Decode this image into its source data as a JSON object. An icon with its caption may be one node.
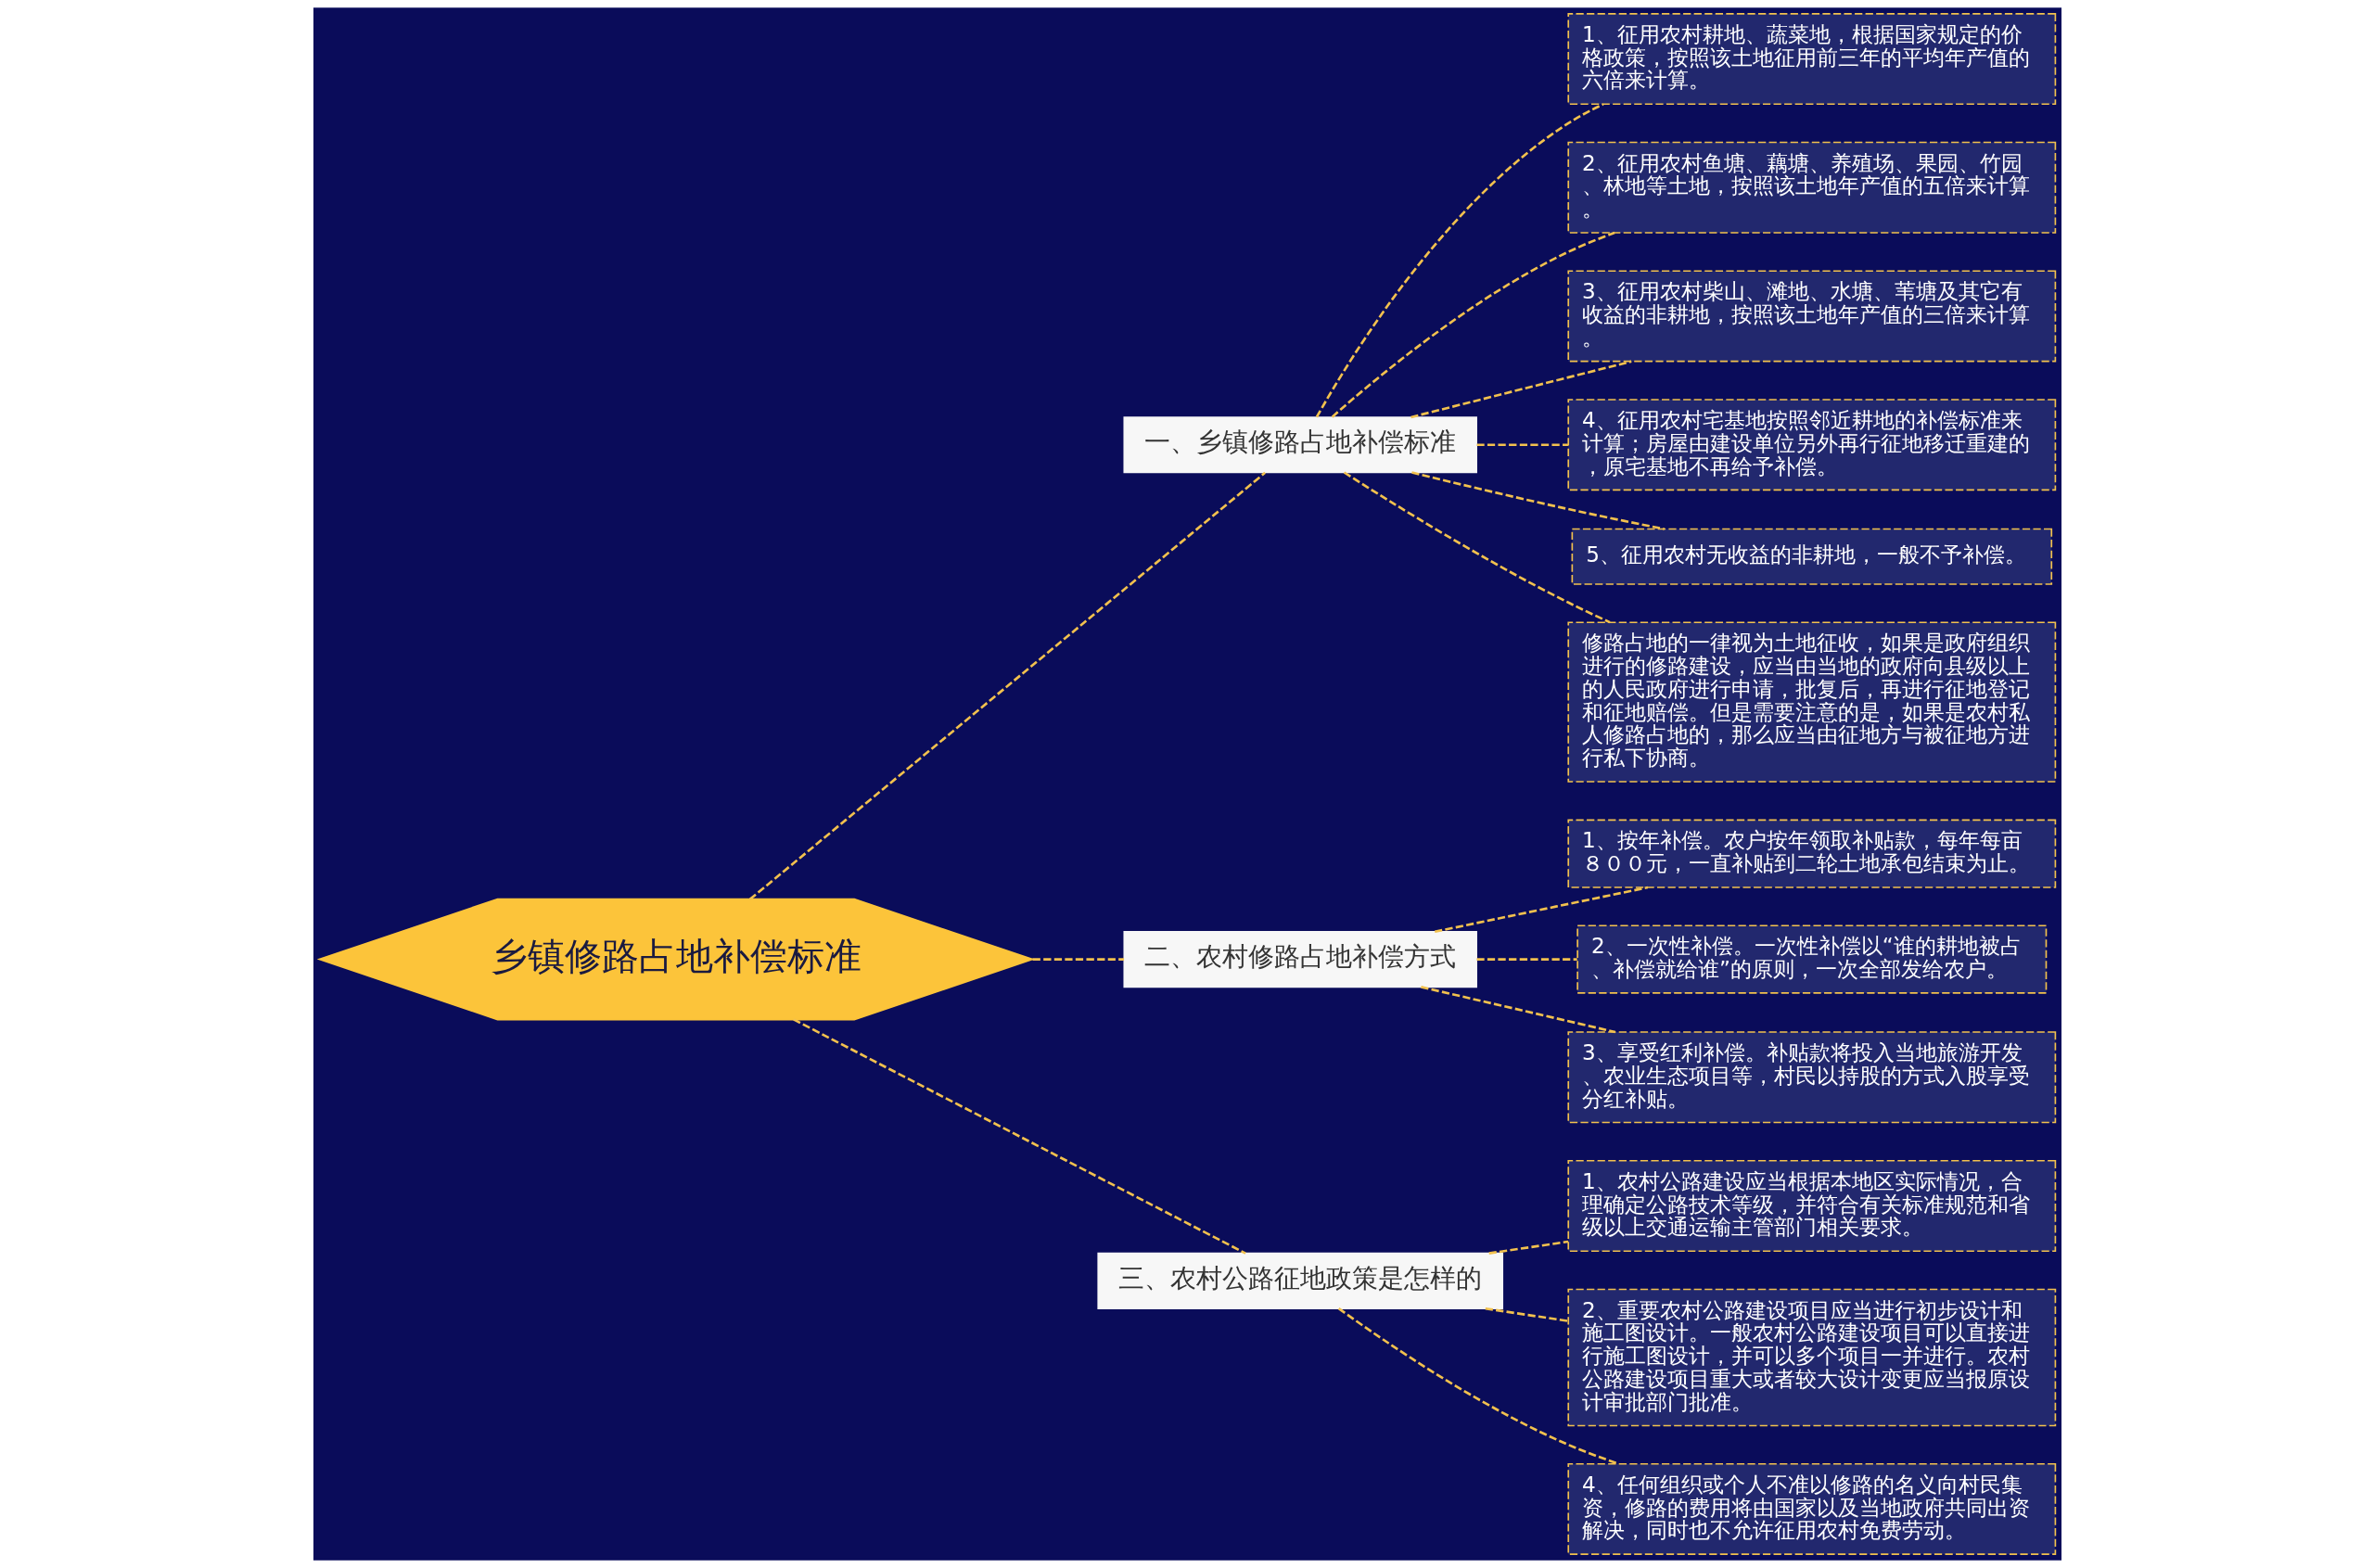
{
  "diagram": {
    "nodes": [
      {
        "text": [
          "乡镇修路占地补偿标准"
        ]
      },
      {
        "text": [
          "一、乡镇修路占地补偿标准"
        ]
      },
      {
        "text": [
          "1、征用农村耕地、蔬菜地，根据国家规定的价格政策，按照该土地征用前三年的平均年产值的六倍来计算。"
        ]
      },
      {
        "text": [
          "2、征用农村鱼塘、藕塘、养殖场、果园、竹园、林地等土地，按照该土地年产值的五倍来计算。"
        ]
      },
      {
        "text": [
          "3、征用农村柴山、滩地、水塘、苇塘及其它有收益的非耕地，按照该土地年产值的三倍来计算。"
        ]
      },
      {
        "text": [
          "4、征用农村宅基地按照邻近耕地的补偿标准来计算；房屋由建设单位另外再行征地移迁重建的，原宅基地不再给予补偿。"
        ]
      },
      {
        "text": [
          "5、征用农村无收益的非耕地，一般不予补偿。"
        ]
      },
      {
        "text": [
          "修路占地的一律视为土地征收，如果是政府组织进行的修路建设，应当由当地的政府向县级以上的人民政府进行申请，批复后，再进行征地登记和征地赔偿。但是需要注意的是，如果是农村私人修路占地的，那么应当由征地方与被征地方进行私下协商。"
        ]
      },
      {
        "text": [
          "二、农村修路占地补偿方式"
        ]
      },
      {
        "text": [
          "1、按年补偿。农户按年领取补贴款，每年每亩８００元，一直补贴到二轮土地承包结束为止。"
        ]
      },
      {
        "text": [
          "2、一次性补偿。一次性补偿以“谁的耕地被占、补偿就给谁”的原则，一次全部发给农户。"
        ]
      },
      {
        "text": [
          "3、享受红利补偿。补贴款将投入当地旅游开发、农业生态项目等，村民以持股的方式入股享受分红补贴。"
        ]
      },
      {
        "text": [
          "三、农村公路征地政策是怎样的"
        ]
      },
      {
        "text": [
          "1、农村公路建设应当根据本地区实际情况，合理确定公路技术等级，并符合有关标准规范和省级以上交通运输主管部门相关要求。"
        ]
      },
      {
        "text": [
          "2、重要农村公路建设项目应当进行初步设计和施工图设计。一般农村公路建设项目可以直接进行施工图设计，并可以多个项目一并进行。农村公路建设项目重大或者较大设计变更应当报原设计审批部门批准。"
        ]
      },
      {
        "text": [
          "4、任何组织或个人不准以修路的名义向村民集资，修路的费用将由国家以及当地政府共同出资解决，同时也不允许征用农村免费劳动。"
        ]
      }
    ],
    "edges": [
      {
        "from": 0,
        "to": 1,
        "arrow": "none",
        "style": "dashed"
      },
      {
        "from": 1,
        "to": 2,
        "arrow": "none",
        "style": "dashed"
      },
      {
        "from": 1,
        "to": 3,
        "arrow": "none",
        "style": "dashed"
      },
      {
        "from": 1,
        "to": 4,
        "arrow": "none",
        "style": "dashed"
      },
      {
        "from": 1,
        "to": 5,
        "arrow": "none",
        "style": "dashed"
      },
      {
        "from": 1,
        "to": 6,
        "arrow": "none",
        "style": "dashed"
      },
      {
        "from": 1,
        "to": 7,
        "arrow": "none",
        "style": "dashed"
      },
      {
        "from": 0,
        "to": 8,
        "arrow": "none",
        "style": "dashed"
      },
      {
        "from": 8,
        "to": 9,
        "arrow": "none",
        "style": "dashed"
      },
      {
        "from": 8,
        "to": 10,
        "arrow": "none",
        "style": "dashed"
      },
      {
        "from": 8,
        "to": 11,
        "arrow": "none",
        "style": "dashed"
      },
      {
        "from": 0,
        "to": 12,
        "arrow": "none",
        "style": "dashed"
      },
      {
        "from": 12,
        "to": 13,
        "arrow": "none",
        "style": "dashed"
      },
      {
        "from": 12,
        "to": 14,
        "arrow": "none",
        "style": "dashed"
      },
      {
        "from": 12,
        "to": 15,
        "arrow": "none",
        "style": "dashed"
      }
    ]
  }
}
